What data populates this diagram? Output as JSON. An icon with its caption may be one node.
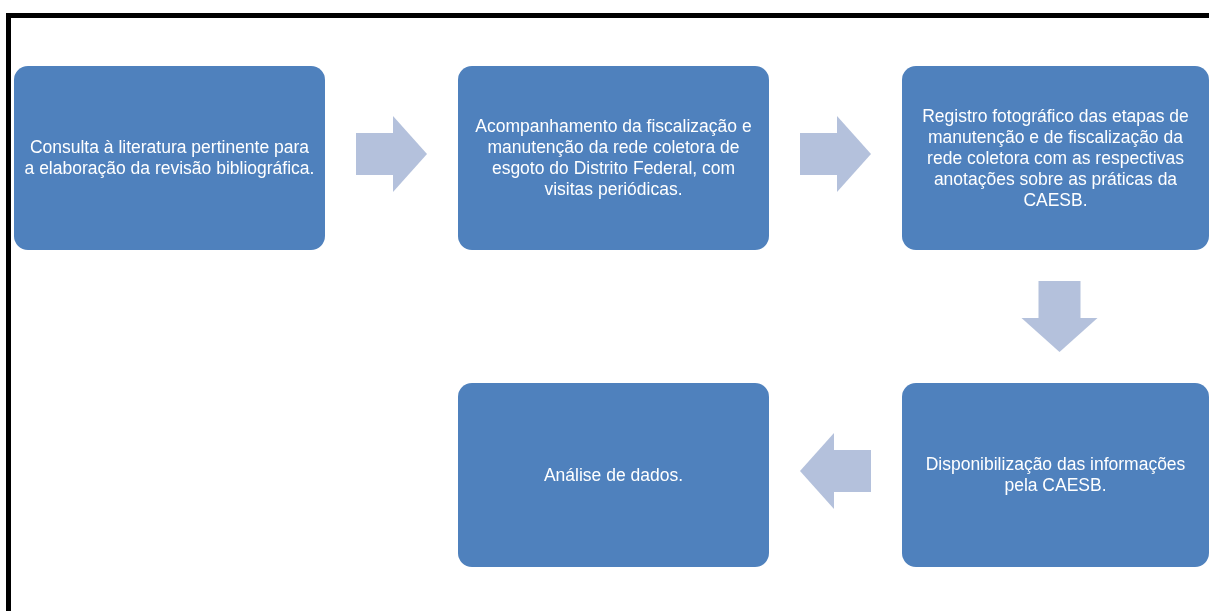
{
  "diagram": {
    "nodes": [
      {
        "text": [
          "Consulta à literatura pertinente para a elaboração da revisão bibliográfica."
        ]
      },
      {
        "text": [
          "Acompanhamento da fiscalização e manutenção da rede coletora de esgoto do Distrito Federal, com visitas periódicas."
        ]
      },
      {
        "text": [
          "Registro fotográfico das etapas de manutenção e de fiscalização da rede coletora com as respectivas anotações sobre as práticas da CAESB."
        ]
      },
      {
        "text": [
          "Análise de dados."
        ]
      },
      {
        "text": [
          "Disponibilização das informações pela CAESB."
        ]
      }
    ],
    "edges": [
      {
        "from": 0,
        "to": 1,
        "arrow": "to"
      },
      {
        "from": 1,
        "to": 2,
        "arrow": "to"
      },
      {
        "from": 2,
        "to": 4,
        "arrow": "to"
      },
      {
        "from": 4,
        "to": 3,
        "arrow": "to"
      }
    ]
  }
}
